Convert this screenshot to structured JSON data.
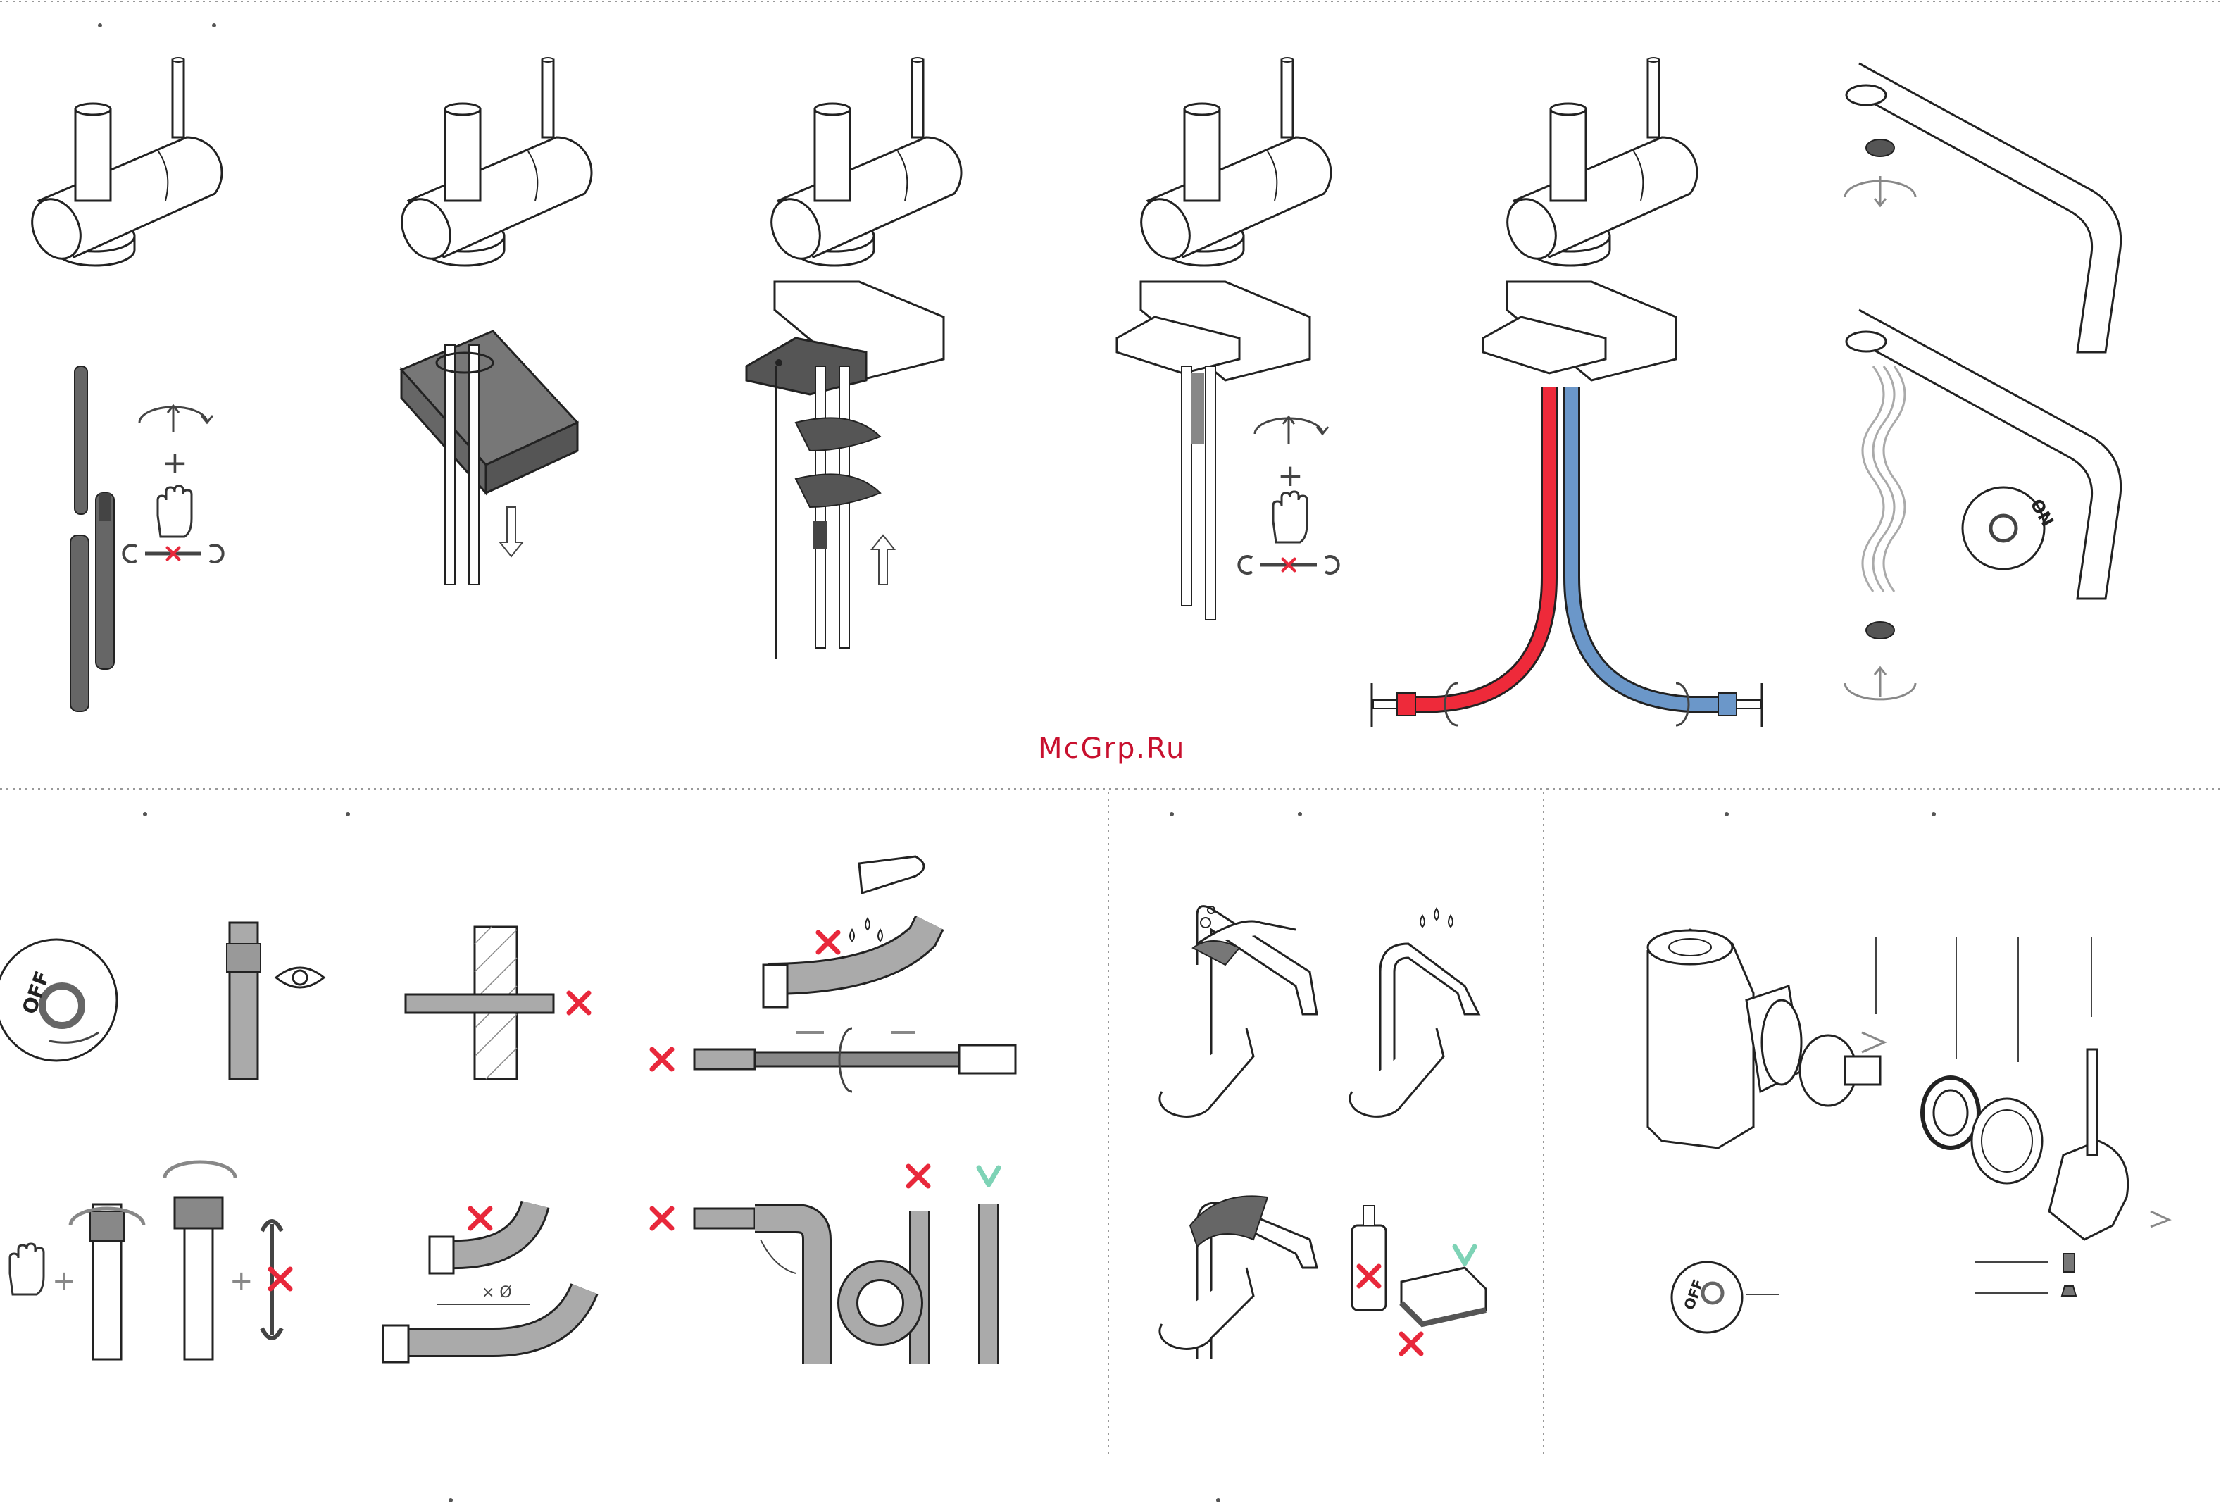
{
  "watermark": "McGrp.Ru",
  "labels": {
    "off_left": "OFF",
    "off_right": "OFF",
    "on_dial": "ON",
    "diameter_mark": "× Ø"
  },
  "colors": {
    "hot": "#ee2a3a",
    "cold": "#6b97c9",
    "wrong": "#e8283b",
    "ok": "#7ed3b6",
    "line": "#222222",
    "gray": "#9a9a9a",
    "dark": "#555555"
  }
}
